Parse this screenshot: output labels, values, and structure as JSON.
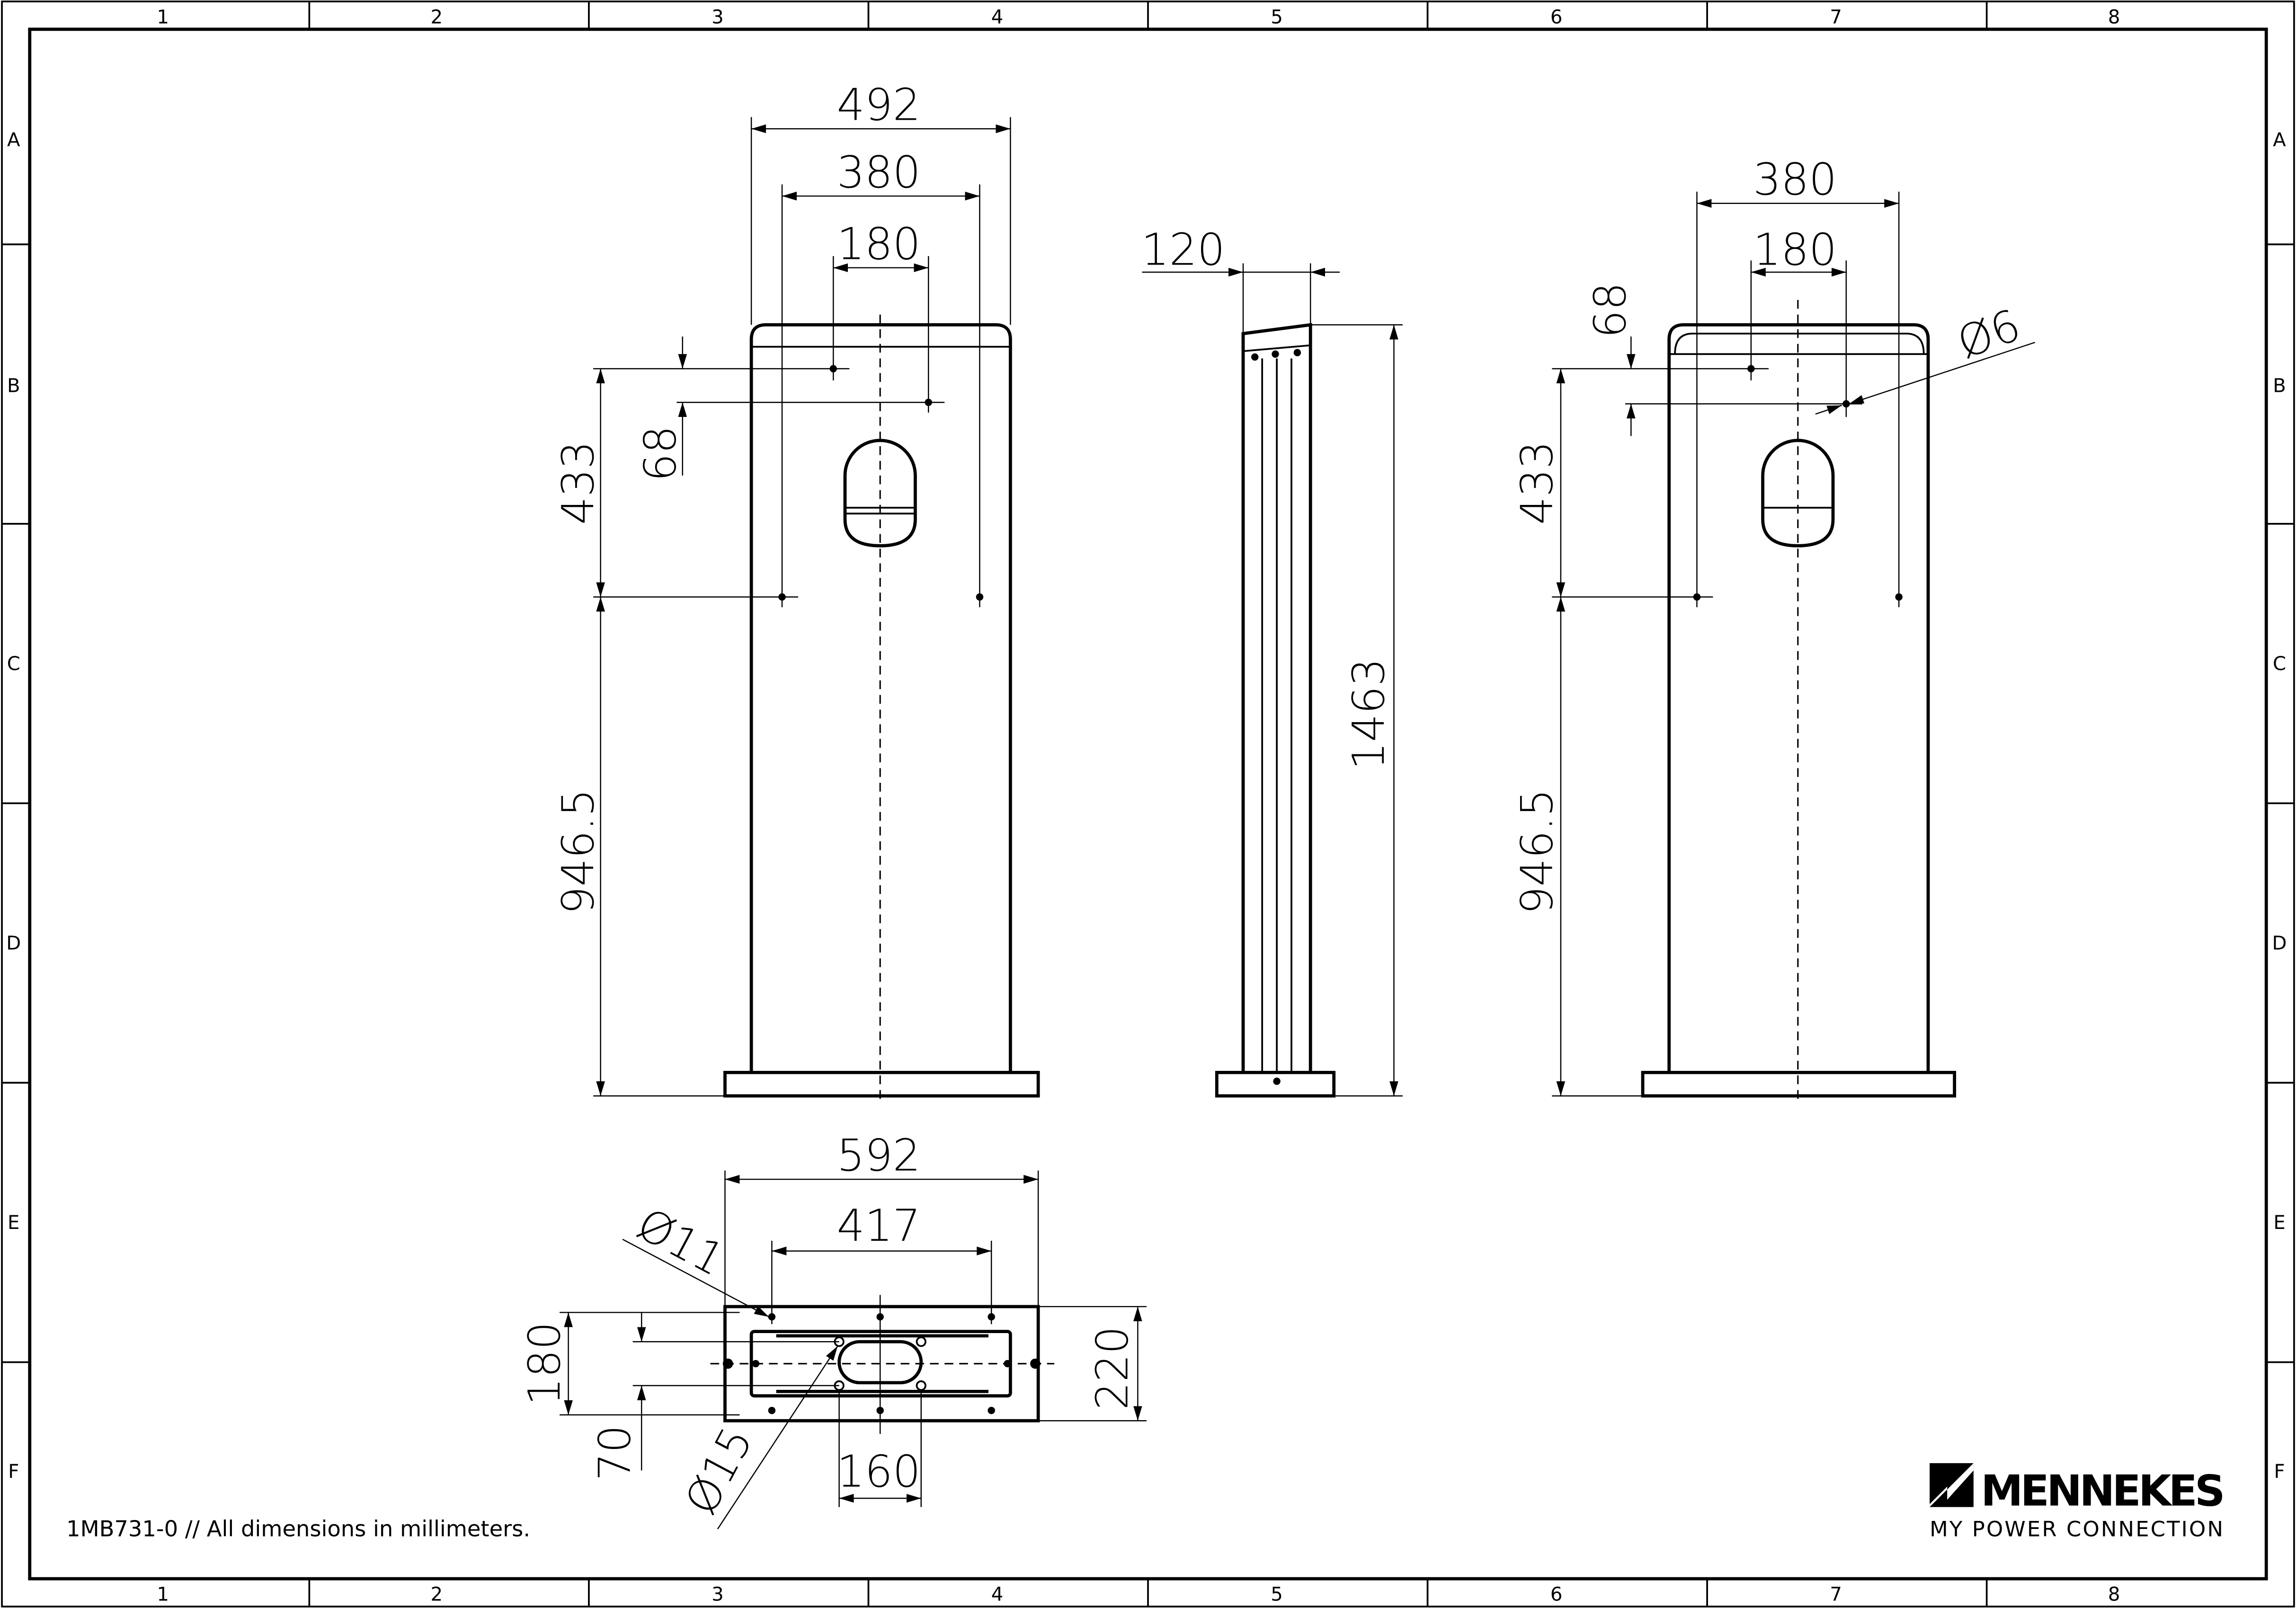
{
  "frame": {
    "columns": [
      "1",
      "2",
      "3",
      "4",
      "5",
      "6",
      "7",
      "8"
    ],
    "rows": [
      "A",
      "B",
      "C",
      "D",
      "E",
      "F"
    ]
  },
  "front_view": {
    "overall_width": "492",
    "width_380": "380",
    "width_180": "180",
    "height_433": "433",
    "offset_68": "68",
    "height_946_5": "946.5"
  },
  "side_view": {
    "depth": "120",
    "total_height": "1463"
  },
  "rear_view": {
    "width_380": "380",
    "width_180": "180",
    "offset_68": "68",
    "hole_diameter": "Ø6",
    "height_433": "433",
    "height_946_5": "946.5"
  },
  "base_view": {
    "base_width": "592",
    "hole_spacing": "417",
    "base_depth": "220",
    "hole_spacing_depth": "180",
    "inner_spacing": "70",
    "center_spacing": "160",
    "hole_dia_small": "Ø11",
    "hole_dia_large": "Ø15"
  },
  "footer": {
    "note": "1MB731-0 // All dimensions in millimeters.",
    "brand": "MENNEKES",
    "tagline": "MY POWER CONNECTION"
  }
}
